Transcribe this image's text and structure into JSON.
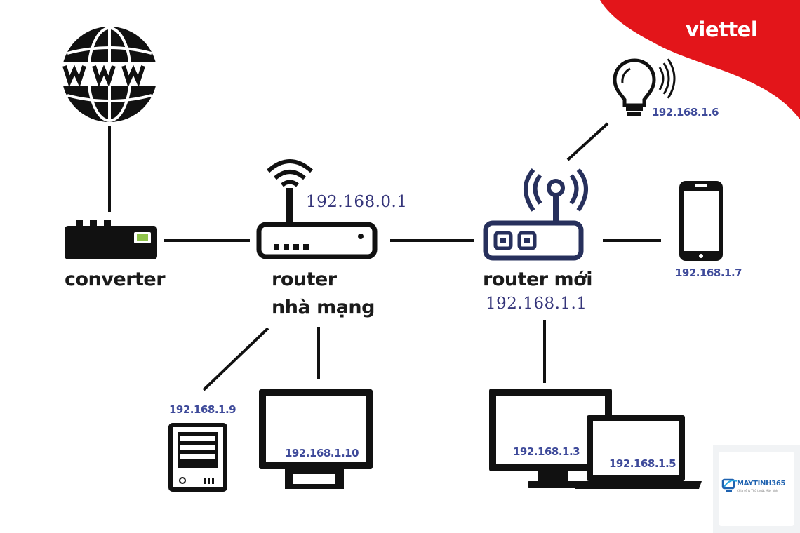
{
  "brand": {
    "name": "viettel",
    "color": "#e3151a"
  },
  "devices": {
    "internet": {
      "icon": "www-globe-icon"
    },
    "converter": {
      "label": "converter",
      "icon": "converter-modem-icon"
    },
    "isp_router": {
      "label_line1": "router",
      "label_line2": "nhà mạng",
      "ip": "192.168.0.1",
      "icon": "wifi-router-icon"
    },
    "new_router": {
      "label": "router mới",
      "ip": "192.168.1.1",
      "icon": "antenna-router-icon"
    },
    "smart_bulb": {
      "ip": "192.168.1.6",
      "icon": "light-bulb-icon"
    },
    "smartphone": {
      "ip": "192.168.1.7",
      "icon": "smartphone-icon"
    },
    "server": {
      "ip": "192.168.1.9",
      "icon": "server-tower-icon"
    },
    "tv_monitor": {
      "ip": "192.168.1.10",
      "icon": "monitor-icon"
    },
    "desktop": {
      "ip": "192.168.1.3",
      "icon": "desktop-monitor-icon"
    },
    "laptop": {
      "ip": "192.168.1.5",
      "icon": "laptop-icon"
    }
  },
  "watermark": {
    "name": "MAYTINH365",
    "tagline": "Chia sẻ & Thủ thuật Máy tính",
    "icon": "maytinh365-logo-icon"
  },
  "colors": {
    "ink": "#1b1b1b",
    "ip_text": "#3e4a9a",
    "accent_green": "#8fc34a",
    "brand_red": "#e3151a"
  }
}
